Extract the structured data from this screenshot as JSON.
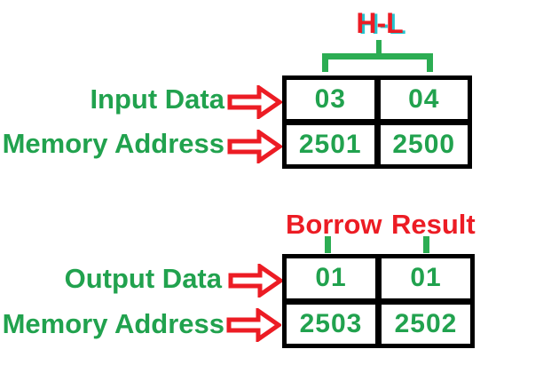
{
  "colors": {
    "label_green": "#21A24E",
    "bracket_green": "#2CAD53",
    "red": "#EC1C24",
    "hl_shadow_cyan": "#25C4CE",
    "table_border": "#000000",
    "background": "#FFFFFF"
  },
  "top": {
    "bracket_label": "H-L",
    "rows": [
      {
        "label": "Input Data",
        "cells": [
          "03",
          "04"
        ]
      },
      {
        "label": "Memory Address",
        "cells": [
          "2501",
          "2500"
        ]
      }
    ]
  },
  "bottom": {
    "column_labels": [
      "Borrow",
      "Result"
    ],
    "rows": [
      {
        "label": "Output Data",
        "cells": [
          "01",
          "01"
        ]
      },
      {
        "label": "Memory Address",
        "cells": [
          "2503",
          "2502"
        ]
      }
    ]
  }
}
